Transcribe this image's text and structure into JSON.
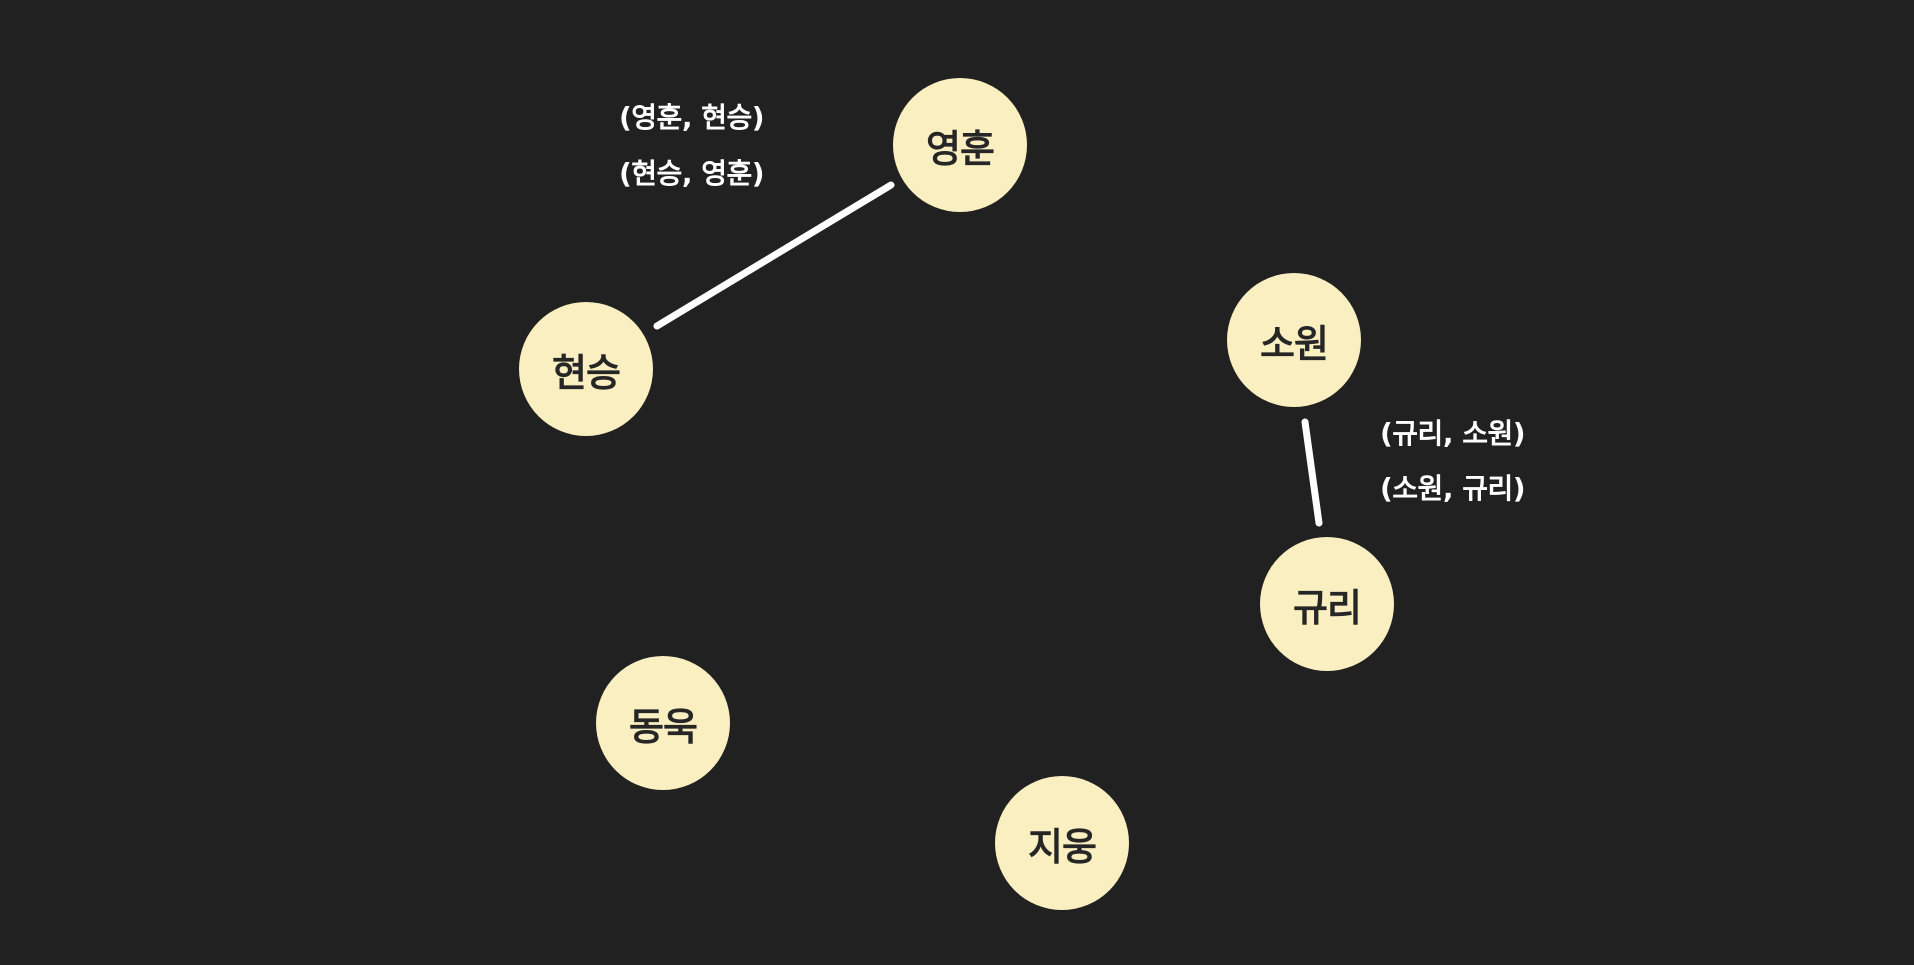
{
  "nodes": [
    {
      "id": "yh",
      "label": "영훈"
    },
    {
      "id": "hs",
      "label": "현승"
    },
    {
      "id": "sw",
      "label": "소원"
    },
    {
      "id": "gr",
      "label": "규리"
    },
    {
      "id": "du",
      "label": "동욱"
    },
    {
      "id": "ju",
      "label": "지웅"
    }
  ],
  "edges": [
    {
      "from": "yh",
      "to": "hs",
      "pairs": [
        "(영훈, 현승)",
        "(현승, 영훈)"
      ]
    },
    {
      "from": "gr",
      "to": "sw",
      "pairs": [
        "(규리, 소원)",
        "(소원, 규리)"
      ]
    }
  ],
  "colors": {
    "background": "#212121",
    "node_fill": "#f9efc0",
    "node_text": "#262626",
    "edge": "#ffffff",
    "pair_text": "#ffffff"
  }
}
